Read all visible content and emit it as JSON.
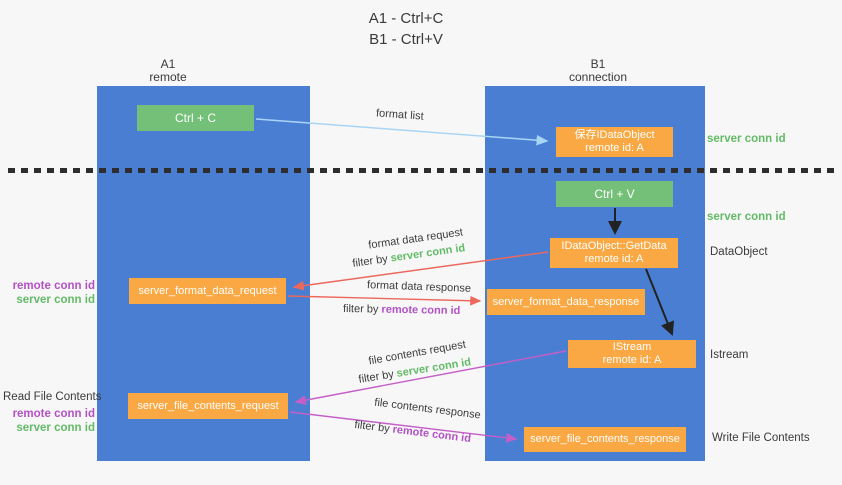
{
  "colors": {
    "background": "#f7f7f7",
    "blue_column": "#4a7ed2",
    "green_box": "#74c078",
    "orange_box": "#f9a843",
    "arrow_blue": "#a9d5f5",
    "arrow_red": "#ec685c",
    "arrow_magenta": "#c55fc8",
    "arrow_black": "#222222",
    "text_green": "#63bb68",
    "text_purple": "#b351c5",
    "text_dark": "#3a3a3a",
    "dash": "#2d2d2d"
  },
  "title": {
    "line1": "A1 - Ctrl+C",
    "line2": "B1 - Ctrl+V"
  },
  "columns": {
    "a1": {
      "title": "A1",
      "subtitle": "remote"
    },
    "b1": {
      "title": "B1",
      "subtitle": "connection"
    }
  },
  "nodes": {
    "ctrl_c": "Ctrl + C",
    "ctrl_v": "Ctrl + V",
    "save_idataobject": {
      "line1": "保存IDataObject",
      "line2": "remote id: A"
    },
    "getdata": {
      "line1": "IDataObject::GetData",
      "line2": "remote id: A"
    },
    "istream": {
      "line1": "IStream",
      "line2": "remote id: A"
    },
    "server_format_data_request": "server_format_data_request",
    "server_format_data_response": "server_format_data_response",
    "server_file_contents_request": "server_file_contents_request",
    "server_file_contents_response": "server_file_contents_response"
  },
  "arrow_labels": {
    "format_list": "format list",
    "format_data_request": "format data request",
    "format_data_response": "format data response",
    "file_contents_request": "file contents request",
    "file_contents_response": "file contents response",
    "filter_by": "filter by",
    "server_conn_id": "server conn id",
    "remote_conn_id": "remote conn id"
  },
  "side_labels": {
    "server_conn_id_1": "server conn id",
    "server_conn_id_2": "server conn id",
    "dataobject": "DataObject",
    "istream": "Istream",
    "write_file_contents": "Write File Contents",
    "read_file_contents": "Read File Contents",
    "remote_conn_id_1": "remote conn id",
    "server_conn_id_3": "server conn id",
    "remote_conn_id_2": "remote conn id",
    "server_conn_id_4": "server conn id"
  }
}
